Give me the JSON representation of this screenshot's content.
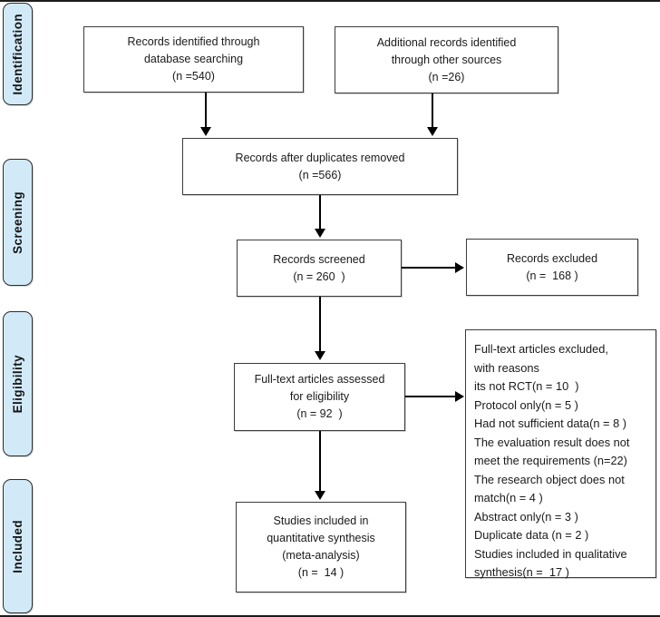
{
  "stages": [
    {
      "label": "Identification"
    },
    {
      "label": "Screening"
    },
    {
      "label": "Eligibility"
    },
    {
      "label": "Included"
    }
  ],
  "boxes": {
    "database": {
      "text": "Records identified through\ndatabase searching\n(n =540)"
    },
    "other_sources": {
      "text": "Additional records identified\nthrough other sources\n(n =26)"
    },
    "after_duplicates": {
      "text": "Records after duplicates removed\n(n =566)"
    },
    "screened": {
      "text": "Records screened\n(n = 260  )"
    },
    "excluded": {
      "text": "Records excluded\n(n =  168 )"
    },
    "fulltext": {
      "text": "Full-text articles assessed\nfor eligibility\n(n = 92  )"
    },
    "exclusion_reasons": {
      "text": "Full-text articles excluded,\nwith reasons\nits not RCT(n = 10  )\nProtocol only(n = 5 )\nHad not sufficient data(n = 8 )\nThe evaluation result does not\nmeet the requirements (n=22)\nThe research object does not\nmatch(n = 4 )\nAbstract only(n = 3 )\nDuplicate data (n = 2 )\nStudies included in qualitative\nsynthesis(n =  17 )"
    },
    "included_quantitative": {
      "text": "Studies included in\nquantitative synthesis\n(meta-analysis)\n(n =  14 )"
    }
  },
  "colors": {
    "stage_fill": "#d2eaf8",
    "stage_border": "#2e2e2e",
    "box_border": "#3c3c3c",
    "text": "#1a1a1a",
    "arrow": "#000000"
  }
}
